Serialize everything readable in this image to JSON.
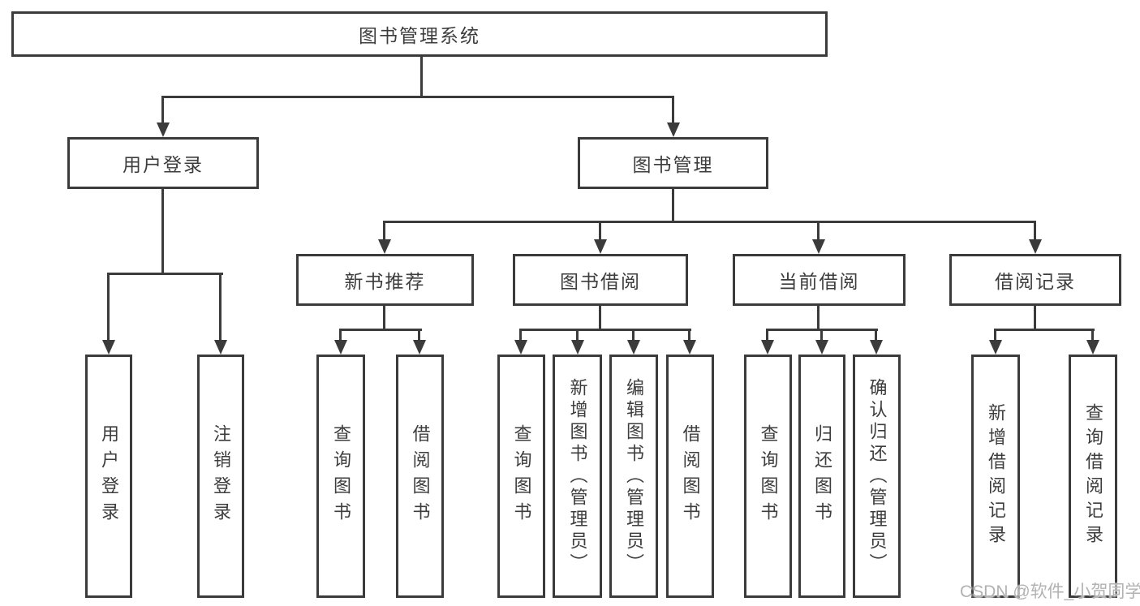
{
  "diagram": {
    "root": "图书管理系统",
    "branches": [
      {
        "label": "用户登录",
        "children": [
          "用户登录",
          "注销登录"
        ]
      },
      {
        "label": "图书管理",
        "children": [
          {
            "label": "新书推荐",
            "children": [
              "查询图书",
              "借阅图书"
            ]
          },
          {
            "label": "图书借阅",
            "children": [
              "查询图书",
              "新增图书（管理员）",
              "编辑图书（管理员）",
              "借阅图书"
            ]
          },
          {
            "label": "当前借阅",
            "children": [
              "查询图书",
              "归还图书",
              "确认归还（管理员）"
            ]
          },
          {
            "label": "借阅记录",
            "children": [
              "新增借阅记录",
              "查询借阅记录"
            ]
          }
        ]
      }
    ]
  },
  "watermark": "CSDN @软件_小贺同学",
  "colors": {
    "line": "#3b3b3b",
    "text": "#3d3d3d",
    "watermark": "#b2b2b2",
    "background": "#ffffff"
  }
}
